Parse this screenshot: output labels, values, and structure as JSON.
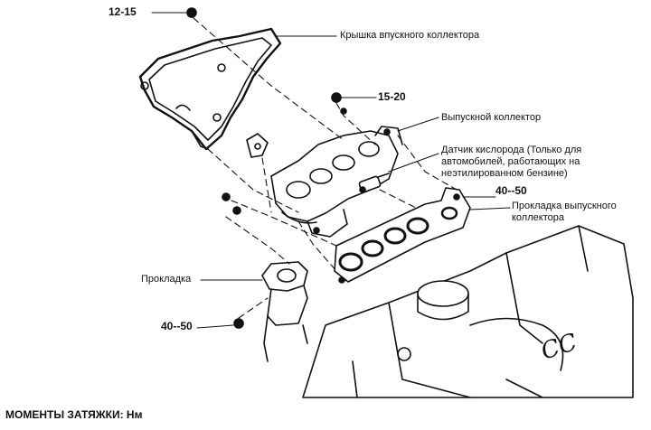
{
  "labels": {
    "intake_cover": "Крышка впускного коллектора",
    "exhaust_manifold": "Выпускной коллектор",
    "o2_sensor": "Датчик кислорода (Только для автомобилей, работающих на неэтилированном бензине)",
    "o2_sensor_lines": [
      "Датчик кислорода (Только для",
      "автомобилей, работающих на",
      "неэтилированном бензине)"
    ],
    "exhaust_gasket_lines": [
      "Прокладка выпускного",
      "коллектора"
    ],
    "gasket": "Прокладка",
    "engine_marking": "CC"
  },
  "torques": {
    "cover_bolt": "12-15",
    "manifold_nut": "15-20",
    "gasket_bolts": "40--50",
    "pipe_nut": "40--50"
  },
  "footer": {
    "text": "МОМЕНТЫ ЗАТЯЖКИ: Нм"
  },
  "colors": {
    "line": "#111111",
    "background": "#ffffff"
  }
}
